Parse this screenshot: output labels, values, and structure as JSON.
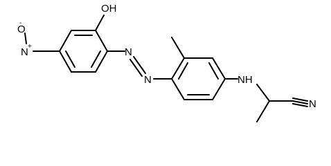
{
  "molecule": {
    "atom_labels": {
      "oh": "OH",
      "o_neg": "O",
      "o_neg_charge": "-",
      "n_plus": "N",
      "n_plus_charge": "+",
      "n_azo_1": "N",
      "n_azo_2": "N",
      "nh": "NH",
      "n_nitrile": "N"
    }
  },
  "colors": {
    "bond": "#000000",
    "background": "#ffffff"
  }
}
